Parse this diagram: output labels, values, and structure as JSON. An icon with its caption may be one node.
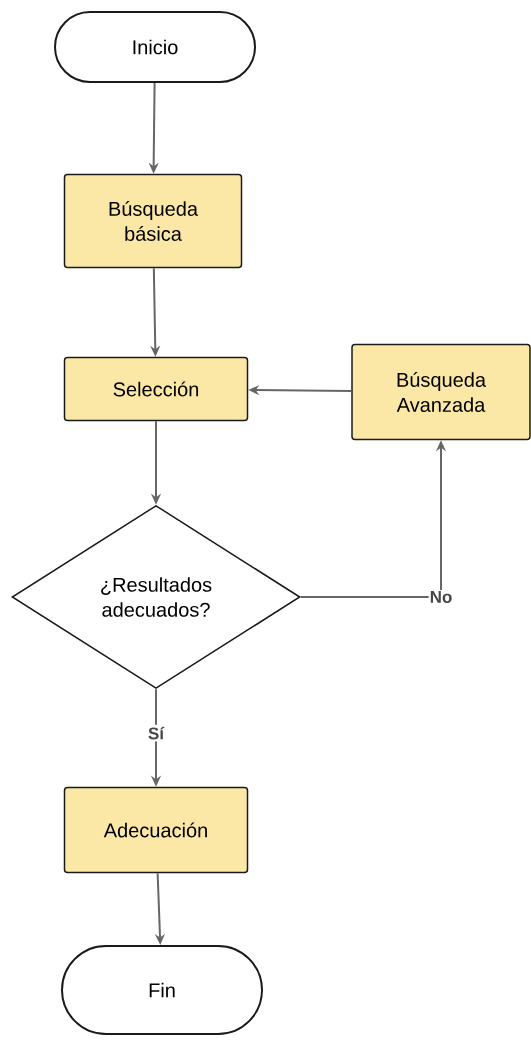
{
  "diagram": {
    "nodes": [
      {
        "text": [
          "Inicio"
        ]
      },
      {
        "text": [
          "Búsqueda básica"
        ]
      },
      {
        "text": [
          "Selección"
        ]
      },
      {
        "text": [
          "Búsqueda Avanzada"
        ]
      },
      {
        "text": [
          "¿Resultados adecuados?"
        ]
      },
      {
        "text": [
          "Adecuación"
        ]
      },
      {
        "text": [
          "Fin"
        ]
      }
    ],
    "edges": [
      {
        "from": 0,
        "to": 1,
        "arrow": "to"
      },
      {
        "from": 1,
        "to": 2,
        "arrow": "to"
      },
      {
        "from": 3,
        "to": 2,
        "arrow": "to"
      },
      {
        "from": 2,
        "to": 4,
        "arrow": "to"
      },
      {
        "from": 4,
        "to": 3,
        "arrow": "to",
        "label": "No"
      },
      {
        "from": 4,
        "to": 5,
        "arrow": "to",
        "label": "Sí"
      },
      {
        "from": 5,
        "to": 6,
        "arrow": "to"
      }
    ]
  }
}
